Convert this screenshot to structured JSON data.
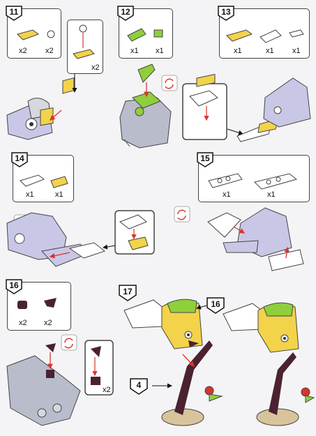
{
  "steps": {
    "s11": {
      "number": "11",
      "qty_a": "x2",
      "qty_b": "x2",
      "sub_qty": "x2"
    },
    "s12": {
      "number": "12",
      "qty_a": "x1",
      "qty_b": "x1"
    },
    "s13": {
      "number": "13",
      "qty_a": "x1",
      "qty_b": "x1",
      "qty_c": "x1"
    },
    "s14": {
      "number": "14",
      "qty_a": "x1",
      "qty_b": "x1"
    },
    "s15": {
      "number": "15",
      "qty_a": "x1",
      "qty_b": "x1"
    },
    "s16": {
      "number": "16",
      "qty_a": "x2",
      "qty_b": "x2",
      "sub_qty": "x2"
    },
    "s17": {
      "number": "17",
      "ref_16": "16",
      "ref_4": "4"
    }
  },
  "colors": {
    "yellow": "#f2d34a",
    "green": "#8fcf3c",
    "lavender": "#c9c7e6",
    "grey": "#b9bccb",
    "brown": "#4a2230",
    "tan": "#d8c49a",
    "red_arrow": "#d9342b"
  }
}
